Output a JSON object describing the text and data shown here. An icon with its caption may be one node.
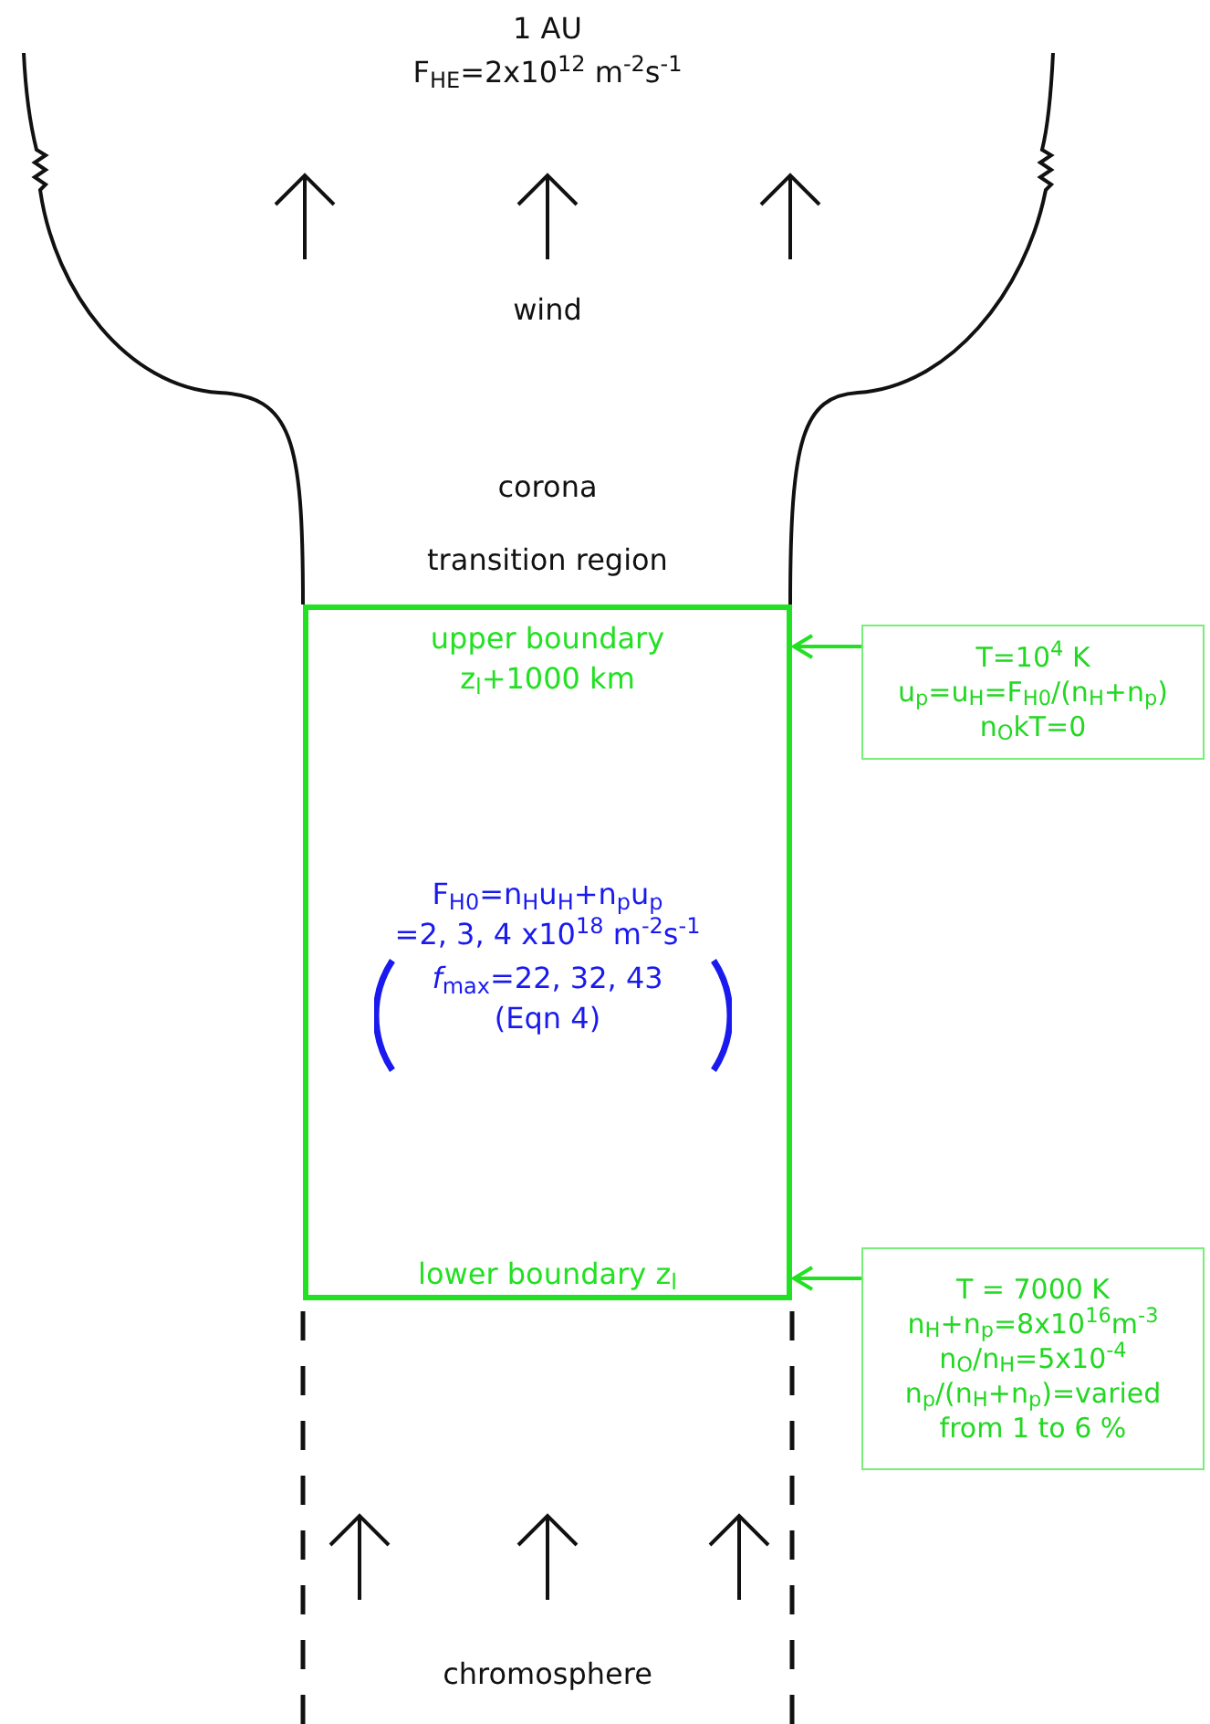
{
  "diagram": {
    "nodes": [
      {
        "text": [
          "upper boundary",
          "z$_{l}$+1000 km",
          "F$_{H0}$=n$_{H}$u$_{H}$+n$_{p}$u$_{p}$",
          "=2, 3, 4 x10$^{18}$ m$^{-2}$s$^{-1}$",
          "*f*$_{max}$=22, 32, 43",
          "(Eqn 4)",
          "lower boundary z$_{l}$"
        ]
      },
      {
        "text": [
          "T=10$^{4}$ K",
          "u$_{p}$=u$_{H}$=F$_{H0}$/(n$_{H}$+n$_{p}$)",
          "n$_{O}$kT=0"
        ]
      },
      {
        "text": [
          "T = 7000 K",
          "n$_{H}$+n$_{p}$=8x10$^{16}$m$^{-3}$",
          "n$_{O}$/n$_{H}$=5x10$^{-4}$",
          "n$_{p}$/(n$_{H}$+n$_{p}$)=varied from 1 to 6 %"
        ]
      }
    ],
    "edges": [
      {
        "from": 1,
        "to": 0,
        "arrow": "to"
      },
      {
        "from": 2,
        "to": 0,
        "arrow": "to"
      }
    ],
    "labels": [
      "1 AU",
      "F$_{HE}$=2x10$^{12}$ m$^{-2}$s$^{-1}$",
      "wind",
      "corona",
      "transition region",
      "chromosphere"
    ]
  }
}
